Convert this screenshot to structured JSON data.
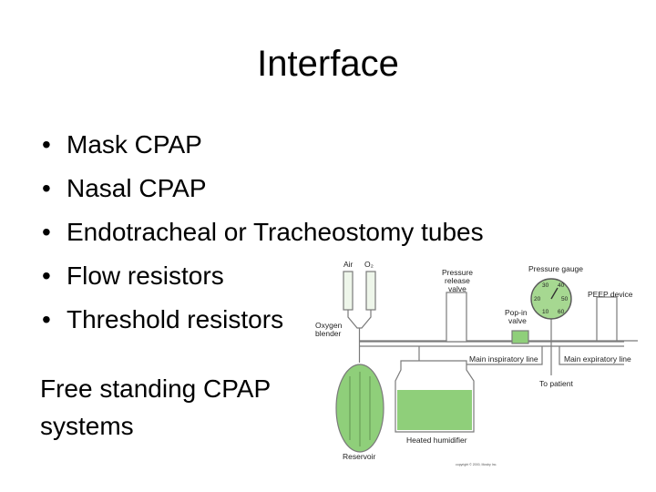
{
  "slide": {
    "title": "Interface",
    "bullets": [
      {
        "label": "Mask CPAP"
      },
      {
        "label": "Nasal CPAP"
      },
      {
        "label": "Endotracheal or Tracheostomy tubes"
      },
      {
        "label": "Flow resistors"
      },
      {
        "label": "Threshold resistors"
      }
    ],
    "bullet_symbol": "•",
    "paragraph": {
      "line1": "Free standing CPAP",
      "line2": "systems"
    }
  },
  "diagram": {
    "labels": {
      "air": "Air",
      "o2": "O₂",
      "pressure_release_valve_1": "Pressure",
      "pressure_release_valve_2": "release",
      "pressure_release_valve_3": "valve",
      "pressure_gauge": "Pressure gauge",
      "peep_device": "PEEP device",
      "oxygen_blender_1": "Oxygen",
      "oxygen_blender_2": "blender",
      "popin_valve_1": "Pop-in",
      "popin_valve_2": "valve",
      "main_inspiratory_line": "Main inspiratory line",
      "main_expiratory_line": "Main expiratory line",
      "to_patient": "To patient",
      "heated_humidifier": "Heated humidifier",
      "reservoir": "Reservoir",
      "copyright": "copyright © 2000, Mosby Inc."
    },
    "gauge_ticks": [
      "30",
      "40",
      "20",
      "50",
      "10",
      "60"
    ],
    "colors": {
      "fluid": "#8fcf7a",
      "gauge": "#a6d891",
      "line": "#7a7a7a"
    }
  }
}
